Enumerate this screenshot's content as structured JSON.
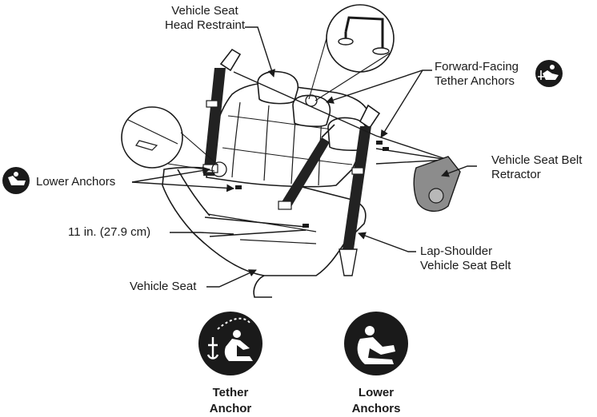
{
  "labels": {
    "head_restraint": [
      "Vehicle Seat",
      "Head Restraint"
    ],
    "tether_anchors": [
      "Forward-Facing",
      "Tether Anchors"
    ],
    "seat_belt_retractor": [
      "Vehicle Seat Belt",
      "Retractor"
    ],
    "lower_anchors": "Lower Anchors",
    "spacing": "11 in. (27.9 cm)",
    "lap_shoulder_belt": [
      "Lap-Shoulder",
      "Vehicle Seat Belt"
    ],
    "vehicle_seat": "Vehicle Seat"
  },
  "legend": {
    "tether_anchor": [
      "Tether",
      "Anchor"
    ],
    "lower_anchors": [
      "Lower",
      "Anchors"
    ]
  },
  "icons": {
    "tether": "tether-anchor-icon",
    "lower": "lower-anchors-icon"
  },
  "colors": {
    "ink": "#1a1a1a",
    "belt": "#222222",
    "retractor": "#8c8c8c",
    "seat_fill": "#ffffff"
  }
}
